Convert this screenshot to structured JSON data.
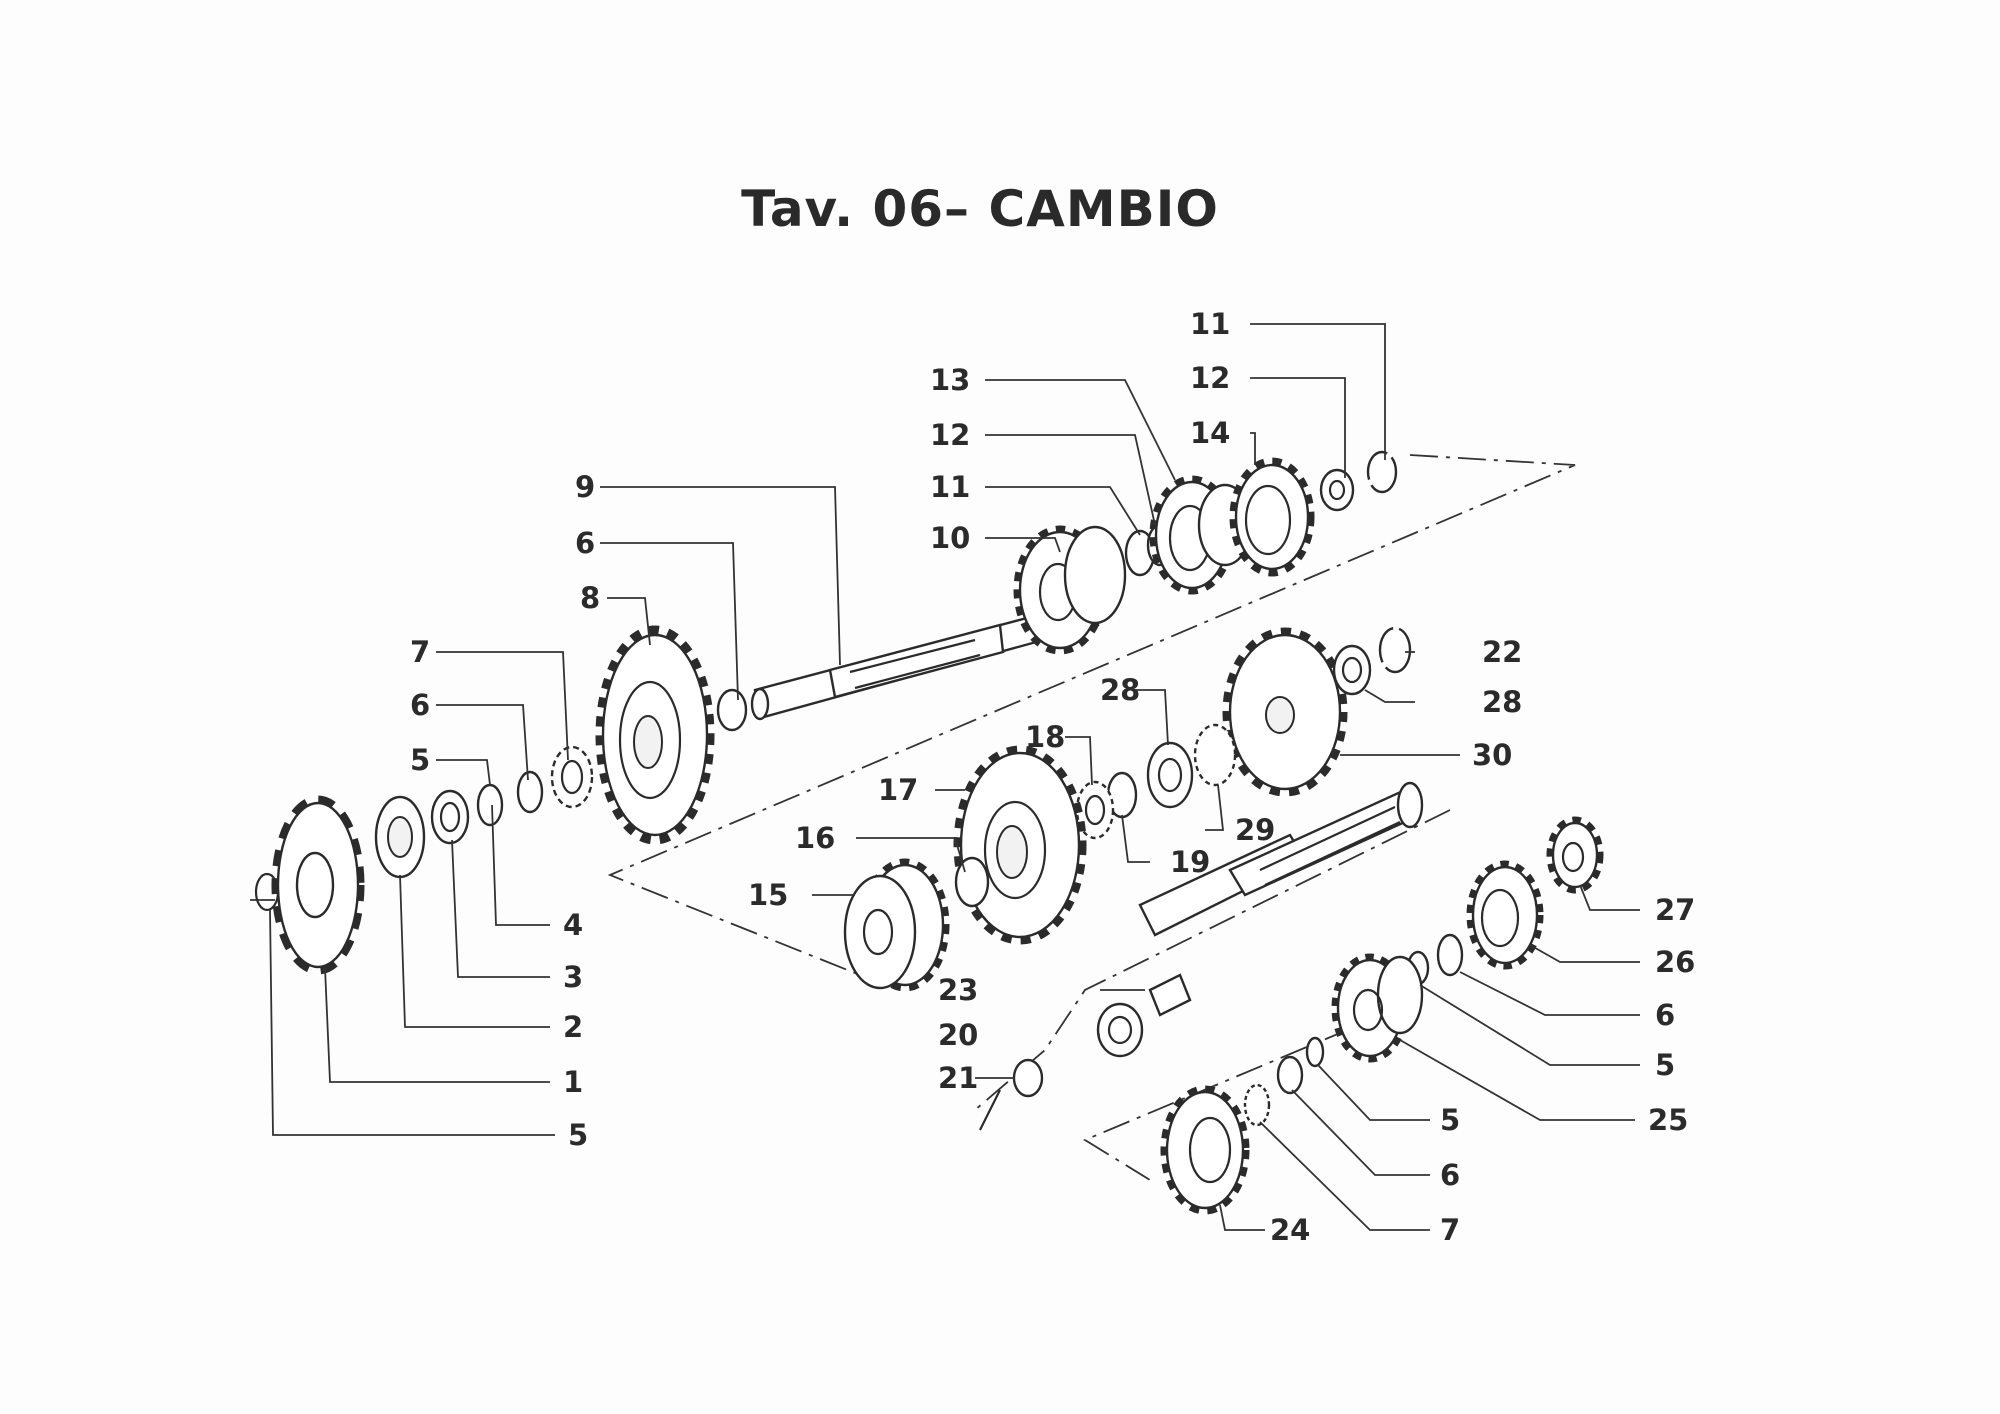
{
  "title": "Tav. 06– CAMBIO",
  "callouts": {
    "c11a": "11",
    "c12a": "12",
    "c14": "14",
    "c13": "13",
    "c12b": "12",
    "c11b": "11",
    "c10": "10",
    "c9": "9",
    "c6a": "6",
    "c8": "8",
    "c7a": "7",
    "c6b": "6",
    "c5a": "5",
    "c22": "22",
    "c28a": "28",
    "c28b": "28",
    "c30": "30",
    "c18": "18",
    "c29": "29",
    "c17": "17",
    "c19": "19",
    "c16": "16",
    "c15": "15",
    "c4": "4",
    "c3": "3",
    "c2": "2",
    "c1": "1",
    "c5b": "5",
    "c27": "27",
    "c26": "26",
    "c6c": "6",
    "c5c": "5",
    "c25": "25",
    "c23": "23",
    "c20": "20",
    "c21": "21",
    "c5d": "5",
    "c6d": "6",
    "c24": "24",
    "c7b": "7"
  }
}
